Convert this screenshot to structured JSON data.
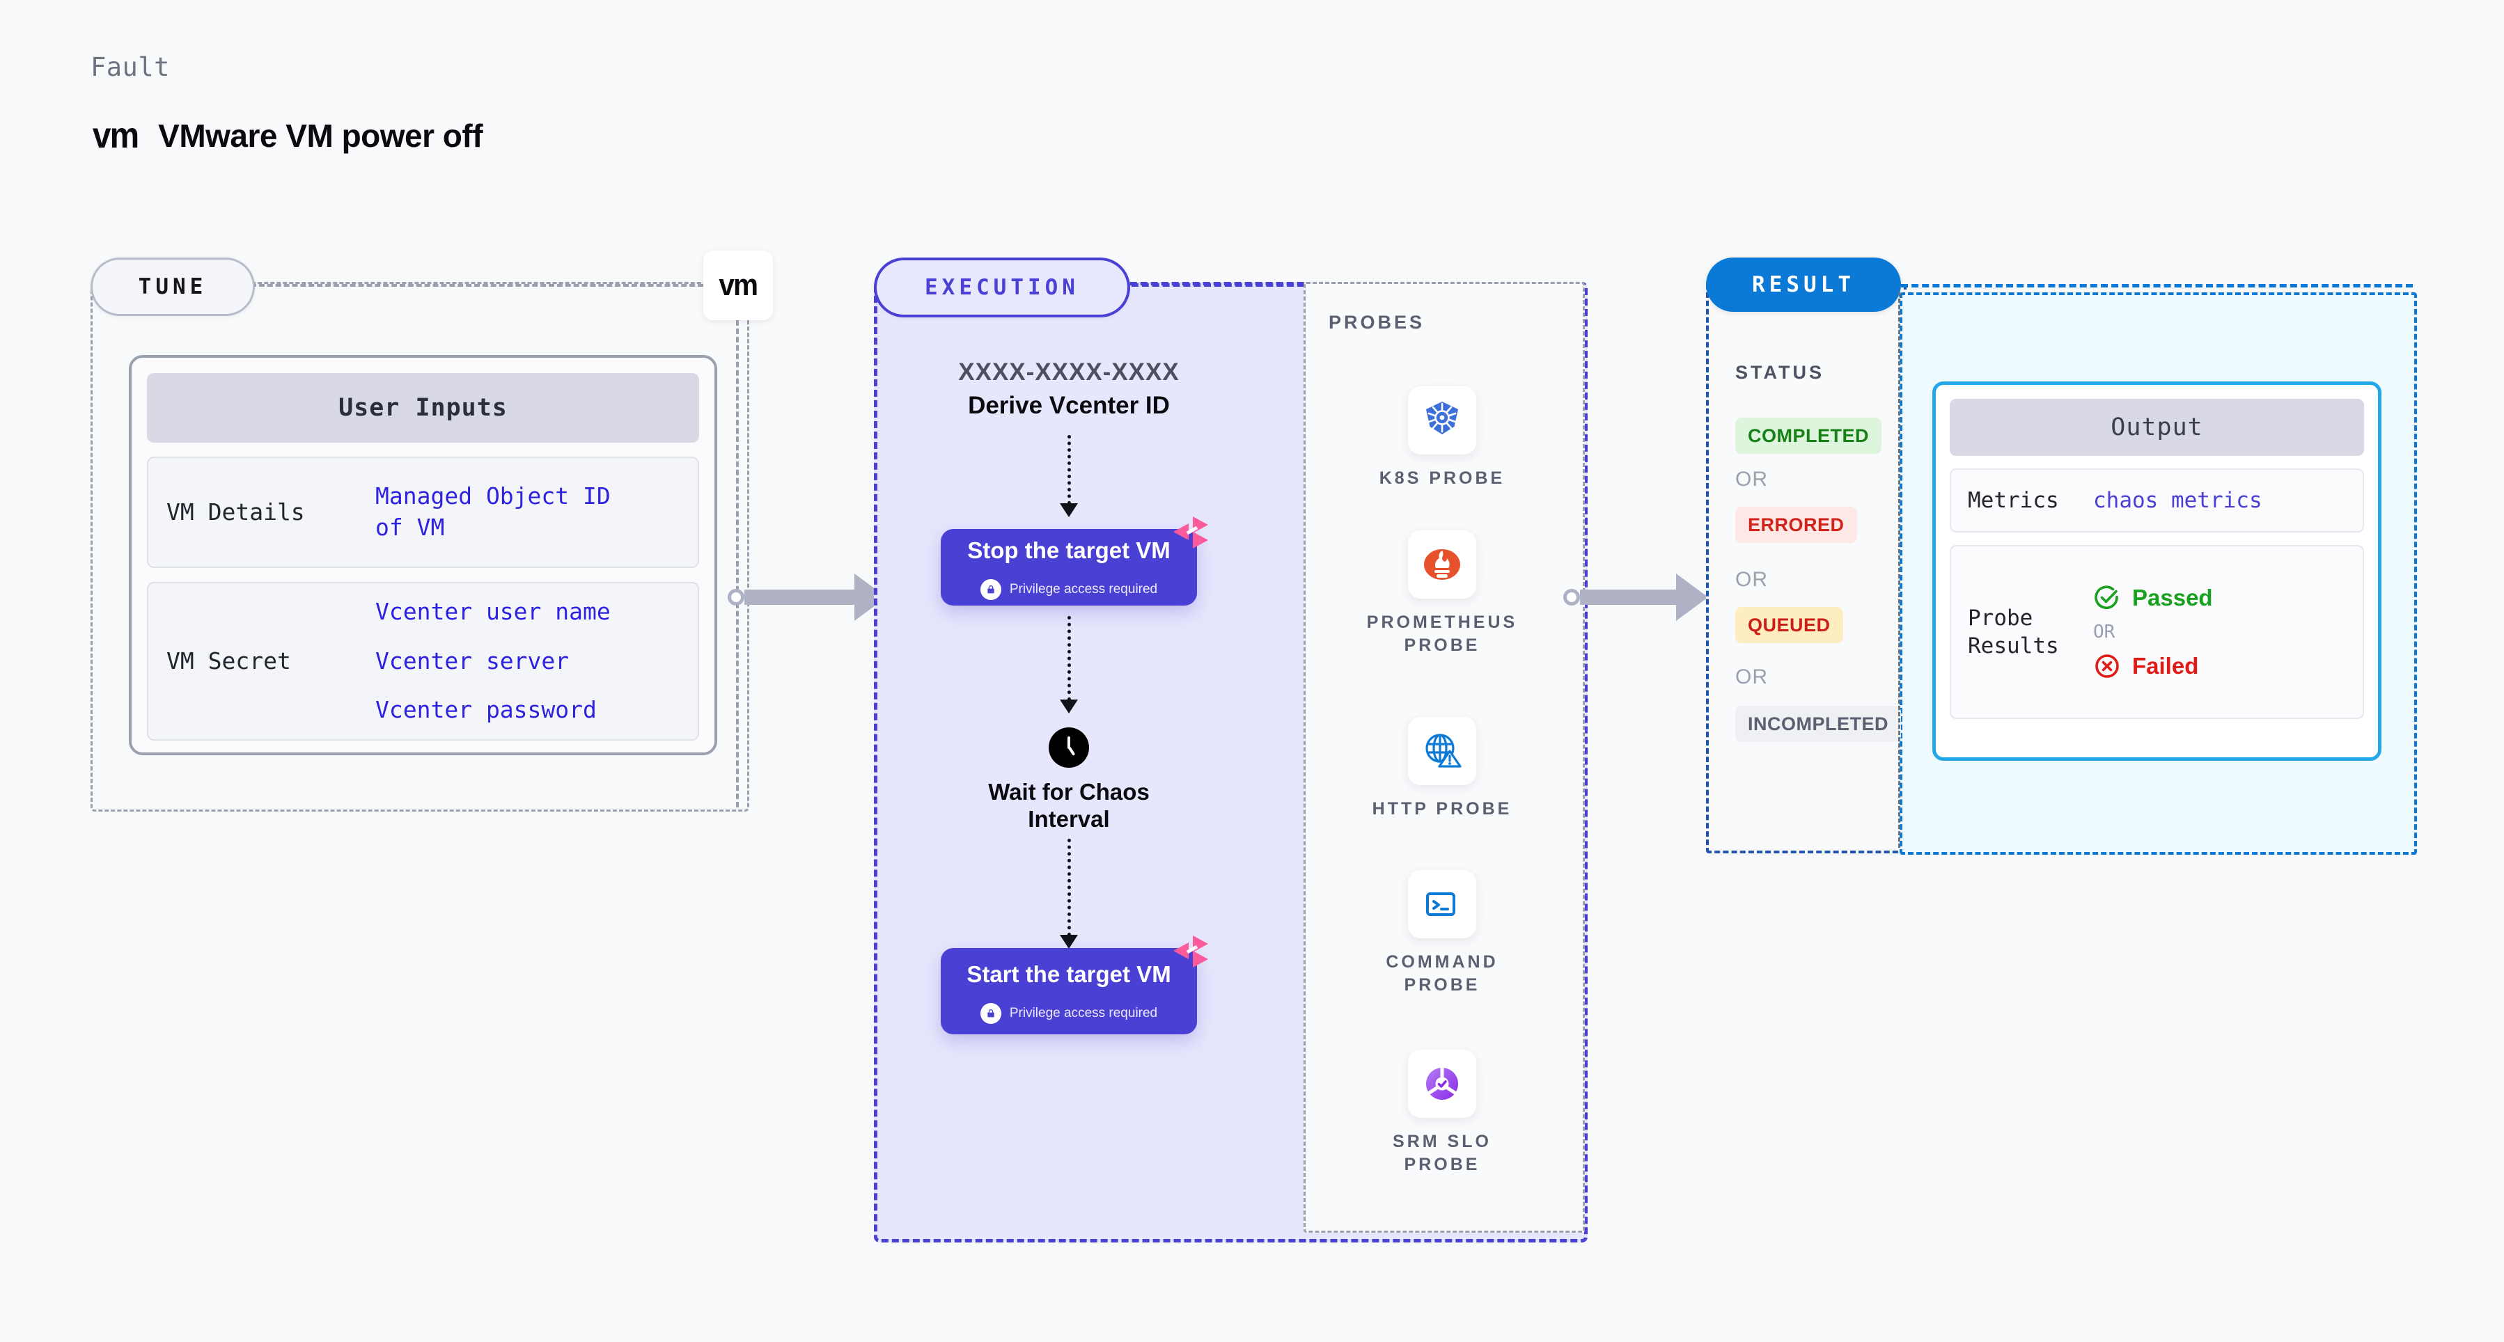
{
  "header": {
    "kicker": "Fault",
    "logo_text": "vm",
    "logo_icon": "vmware-logo-icon",
    "title": "VMware VM power off"
  },
  "stages": {
    "tune": {
      "label": "TUNE",
      "vm_badge_icon": "vmware-logo-icon",
      "vm_badge_text": "vm"
    },
    "execution": {
      "label": "EXECUTION"
    },
    "result": {
      "label": "RESULT"
    }
  },
  "tune": {
    "card_title": "User Inputs",
    "rows": [
      {
        "label": "VM Details",
        "values": [
          "Managed Object ID",
          "of VM"
        ]
      },
      {
        "label": "VM Secret",
        "values": [
          "Vcenter user name",
          "Vcenter server",
          "Vcenter password"
        ]
      }
    ]
  },
  "execution": {
    "chaos_id": "XXXX-XXXX-XXXX",
    "chaos_id_caption": "Derive Vcenter ID",
    "steps": [
      {
        "title": "Stop the target VM",
        "note": "Privilege access required",
        "lock_icon": "lock-icon",
        "fault_icon": "fault-marker-icon"
      },
      {
        "title": "Wait for Chaos",
        "title2": "Interval",
        "icon": "clock-icon"
      },
      {
        "title": "Start the target VM",
        "note": "Privilege access required",
        "lock_icon": "lock-icon",
        "fault_icon": "fault-marker-icon"
      }
    ]
  },
  "probes": {
    "title": "PROBES",
    "items": [
      {
        "label": "K8S  PROBE",
        "icon": "kubernetes-icon"
      },
      {
        "label": "PROMETHEUS",
        "label2": "PROBE",
        "icon": "prometheus-icon"
      },
      {
        "label": "HTTP  PROBE",
        "icon": "http-globe-warning-icon"
      },
      {
        "label": "COMMAND",
        "label2": "PROBE",
        "icon": "command-terminal-icon"
      },
      {
        "label": "SRM  SLO",
        "label2": "PROBE",
        "icon": "srm-slo-icon"
      }
    ]
  },
  "result": {
    "status_title": "STATUS",
    "or_label": "OR",
    "statuses": [
      {
        "label": "COMPLETED",
        "bg": "#ddf5dd",
        "fg": "#178017"
      },
      {
        "label": "ERRORED",
        "bg": "#fde8e6",
        "fg": "#d0241d"
      },
      {
        "label": "QUEUED",
        "bg": "#fdedc1",
        "fg": "#cc1f1a"
      },
      {
        "label": "INCOMPLETED",
        "bg": "#eef0f4",
        "fg": "#5a6070"
      }
    ]
  },
  "output": {
    "card_title": "Output",
    "metrics_label": "Metrics",
    "metrics_value": "chaos metrics",
    "probe_results_label": "Probe",
    "probe_results_label2": "Results",
    "passed_label": "Passed",
    "failed_label": "Failed",
    "or_label": "OR",
    "passed_icon": "check-circle-icon",
    "failed_icon": "x-circle-icon"
  },
  "colors": {
    "canvas": "#f8f9fb",
    "execution_accent": "#4a40d4",
    "result_accent": "#0a7ad6",
    "output_accent": "#23a7e8",
    "link": "#2d22e0",
    "muted": "#9aa0ae"
  }
}
